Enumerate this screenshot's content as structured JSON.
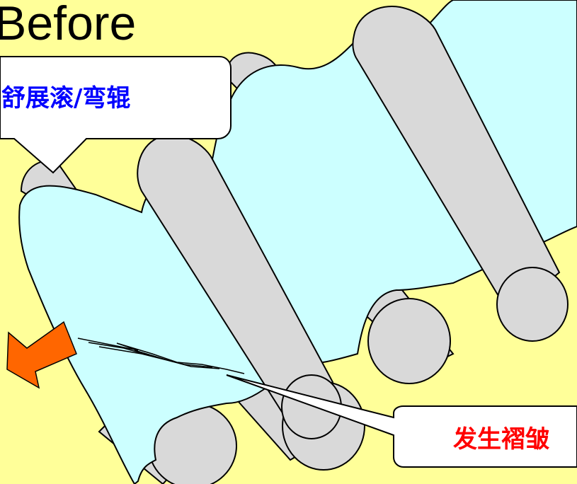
{
  "title": "Before",
  "callout_roller": {
    "text": "舒展滚/弯辊"
  },
  "callout_wrinkle": {
    "text": "发生褶皱"
  },
  "colors": {
    "background": "#FFFF99",
    "web": "#CCFFFF",
    "roller": "#D9D9D9",
    "arrow": "#FF6600",
    "roller_label": "#0000FF",
    "wrinkle_label": "#FF0000"
  }
}
